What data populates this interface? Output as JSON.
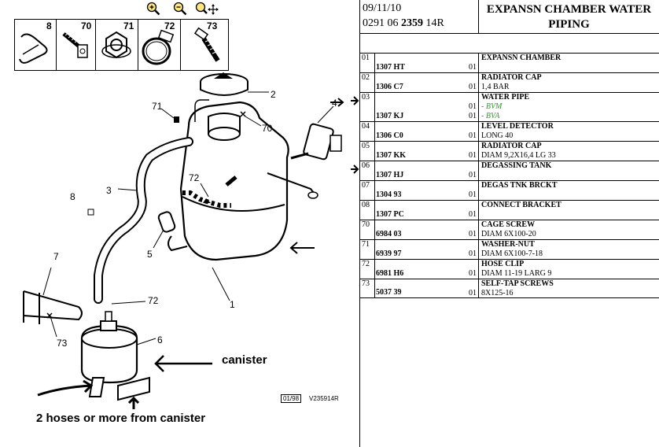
{
  "toolbar": {
    "zoom_in_icon": "zoom-in-magnifier-icon",
    "zoom_out_icon": "zoom-out-magnifier-icon",
    "pan_icon": "zoom-pan-icon"
  },
  "legend": [
    "8",
    "70",
    "71",
    "72",
    "73"
  ],
  "callouts": {
    "c1": "1",
    "c2": "2",
    "c3": "3",
    "c4": "4",
    "c5": "5",
    "c6": "6",
    "c7": "7",
    "c8": "8",
    "c70": "70",
    "c71": "71",
    "c72a": "72",
    "c72b": "72",
    "c73": "73"
  },
  "annotations": {
    "canister": "canister",
    "hoses": "2 hoses or more from canister"
  },
  "stamps": {
    "date_code": "01/98",
    "ref": "V235914R"
  },
  "header": {
    "date": "09/11/10",
    "code_prefix": "0291 06",
    "code_bold": "2359",
    "code_suffix": "14R",
    "title_line1": "EXPANSN CHAMBER WATER",
    "title_line2": "PIPING"
  },
  "parts": [
    {
      "idx": "01",
      "ref": "1307 HT",
      "qty": [
        "01"
      ],
      "name": "EXPANSN CHAMBER",
      "sub": "",
      "variants": [],
      "arrow": false
    },
    {
      "idx": "02",
      "ref": "1306 C7",
      "qty": [
        "01"
      ],
      "name": "RADIATOR CAP",
      "sub": "1,4 BAR",
      "variants": [],
      "arrow": false
    },
    {
      "idx": "03",
      "ref": "1307 KJ",
      "qty": [
        "01",
        "01"
      ],
      "name": "WATER PIPE",
      "sub": "",
      "variants": [
        "- BVM",
        "- BVA"
      ],
      "arrow": true
    },
    {
      "idx": "04",
      "ref": "1306 C0",
      "qty": [
        "01"
      ],
      "name": "LEVEL DETECTOR",
      "sub": "LONG 40",
      "variants": [],
      "arrow": false
    },
    {
      "idx": "05",
      "ref": "1307 KK",
      "qty": [
        "01"
      ],
      "name": "RADIATOR CAP",
      "sub": "DIAM 9,2X16,4 LG 33",
      "variants": [],
      "arrow": false
    },
    {
      "idx": "06",
      "ref": "1307 HJ",
      "qty": [
        "01"
      ],
      "name": "DEGASSING TANK",
      "sub": "",
      "variants": [],
      "arrow": true
    },
    {
      "idx": "07",
      "ref": "1304 93",
      "qty": [
        "01"
      ],
      "name": "DEGAS TNK BRCKT",
      "sub": "",
      "variants": [],
      "arrow": false
    },
    {
      "idx": "08",
      "ref": "1307 PC",
      "qty": [
        "01"
      ],
      "name": "CONNECT BRACKET",
      "sub": "",
      "variants": [],
      "arrow": false
    },
    {
      "idx": "70",
      "ref": "6984 03",
      "qty": [
        "01"
      ],
      "name": "CAGE SCREW",
      "sub": "DIAM 6X100-20",
      "variants": [],
      "arrow": false
    },
    {
      "idx": "71",
      "ref": "6939 97",
      "qty": [
        "01"
      ],
      "name": "WASHER-NUT",
      "sub": "DIAM 6X100-7-18",
      "variants": [],
      "arrow": false
    },
    {
      "idx": "72",
      "ref": "6981 H6",
      "qty": [
        "01"
      ],
      "name": "HOSE CLIP",
      "sub": "DIAM 11-19 LARG 9",
      "variants": [],
      "arrow": false
    },
    {
      "idx": "73",
      "ref": "5037 39",
      "qty": [
        "01"
      ],
      "name": "SELF-TAP SCREWS",
      "sub": "8X125-16",
      "variants": [],
      "arrow": false
    }
  ]
}
